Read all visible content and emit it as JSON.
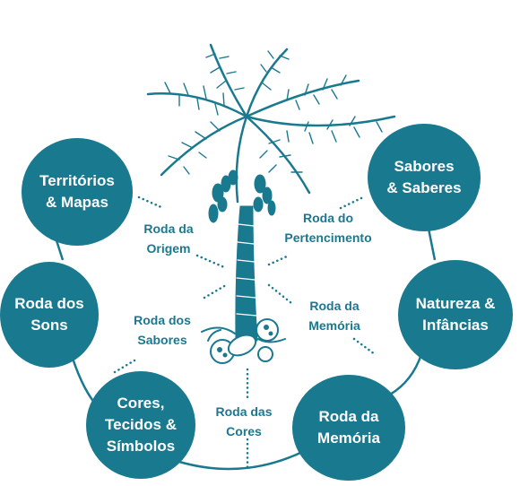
{
  "colors": {
    "accent": "#19798f",
    "background": "#ffffff"
  },
  "illustration": {
    "icon": "acai-palm-tree-icon"
  },
  "nodes": {
    "territorios": "Territórios\n& Mapas",
    "sabores_saberes": "Sabores\n& Saberes",
    "sons": "Roda dos\nSons",
    "natureza": "Natureza &\nInfâncias",
    "cores_tecidos": "Cores,\nTecidos &\nSímbolos",
    "memoria": "Roda da\nMemória"
  },
  "labels": {
    "origem": "Roda da\nOrigem",
    "pertencimento": "Roda do\nPertencimento",
    "sabores": "Roda dos\nSabores",
    "memoria": "Roda da\nMemória",
    "cores": "Roda das\nCores"
  }
}
